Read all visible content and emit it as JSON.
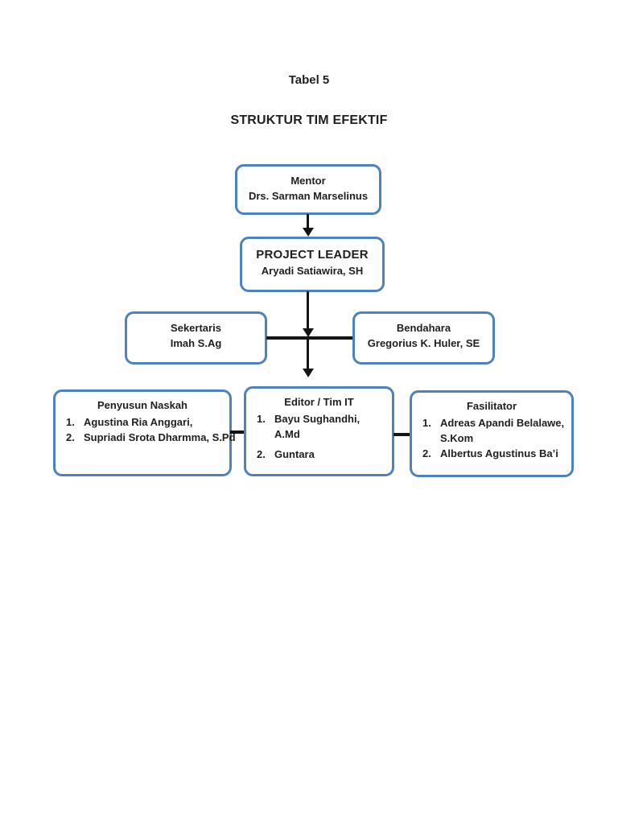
{
  "document": {
    "caption": "Tabel 5",
    "title": "STRUKTUR TIM EFEKTIF"
  },
  "diagram": {
    "mentor": {
      "title": "Mentor",
      "name": "Drs. Sarman Marselinus"
    },
    "project_leader": {
      "title": "PROJECT LEADER",
      "name": "Aryadi Satiawira, SH"
    },
    "sekertaris": {
      "title": "Sekertaris",
      "name": "Imah S.Ag"
    },
    "bendahara": {
      "title": "Bendahara",
      "name": "Gregorius K. Huler, SE"
    },
    "penyusun_naskah": {
      "title": "Penyusun Naskah",
      "members": [
        "Agustina Ria Anggari,",
        "Supriadi Srota Dharmma, S.Pd"
      ]
    },
    "editor_tim_it": {
      "title": "Editor / Tim IT",
      "members": [
        "Bayu Sughandhi, A.Md",
        "Guntara"
      ]
    },
    "fasilitator": {
      "title": "Fasilitator",
      "members": [
        "Adreas Apandi Belalawe, S.Kom",
        "Albertus Agustinus Ba’i"
      ]
    }
  },
  "colors": {
    "box_border": "#4f81bd",
    "connector": "#141414",
    "text": "#1f1f1f",
    "page_background": "#ffffff"
  }
}
